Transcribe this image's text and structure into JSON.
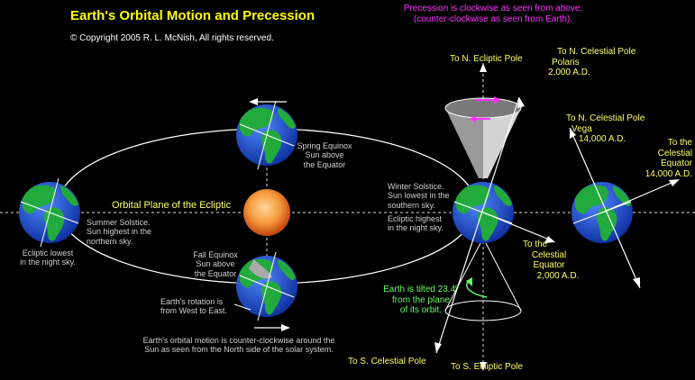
{
  "title": "Earth's Orbital Motion and Precession",
  "copyright": "© Copyright 2005 R. L. McNish, All rights reserved.",
  "precession_note": [
    "Precession is clockwise as seen from above,",
    "(counter-clockwise as seen from Earth)."
  ],
  "orbital_plane_label": "Orbital Plane of the Ecliptic",
  "spring_equinox": [
    "Spring Equinox",
    "Sun above",
    "the Equator"
  ],
  "summer_solstice": [
    "Summer Solstice.",
    "Sun highest in the",
    "northern sky."
  ],
  "ecliptic_lowest": [
    "Ecliptic lowest",
    "in the night sky."
  ],
  "fall_equinox": [
    "Fall Equinox",
    "Sun above",
    "the Equator"
  ],
  "rotation_note": [
    "Earth's rotation is",
    "from West to East."
  ],
  "orbital_motion_note": [
    "Earth's orbital motion is counter-clockwise around the",
    "Sun as seen from the North side of the solar system."
  ],
  "winter_solstice": [
    "Winter Solstice.",
    "Sun lowest in the",
    "southern sky."
  ],
  "ecliptic_highest": [
    "Ecliptic highest",
    "in the night sky."
  ],
  "to_n_ecliptic_pole": "To N. Ecliptic Pole",
  "to_s_ecliptic_pole": "To S. Ecliptic Pole",
  "to_s_celestial_pole": "To S. Celestial Pole",
  "polaris_label": [
    "To N. Celestial Pole",
    "Polaris",
    "2,000 A.D."
  ],
  "celestial_equator_2000": [
    "To the",
    "Celestial",
    "Equator",
    "2,000 A.D."
  ],
  "tilt_note": [
    "Earth is tilted 23.4º",
    "from the plane",
    "of its orbit."
  ],
  "vega_label": [
    "To N. Celestial Pole",
    "Vega",
    "14,000 A.D."
  ],
  "celestial_equator_14000": [
    "To the",
    "Celestial",
    "Equator",
    "14,000 A.D."
  ],
  "colors": {
    "title": "#ffff00",
    "yellow_text": "#ffff66",
    "grey_text": "#cfcfcf",
    "magenta": "#ff33ff",
    "green": "#66ff66",
    "ocean": "#1d4fd8",
    "land": "#1fa83a",
    "sun": "#f07a1e"
  }
}
